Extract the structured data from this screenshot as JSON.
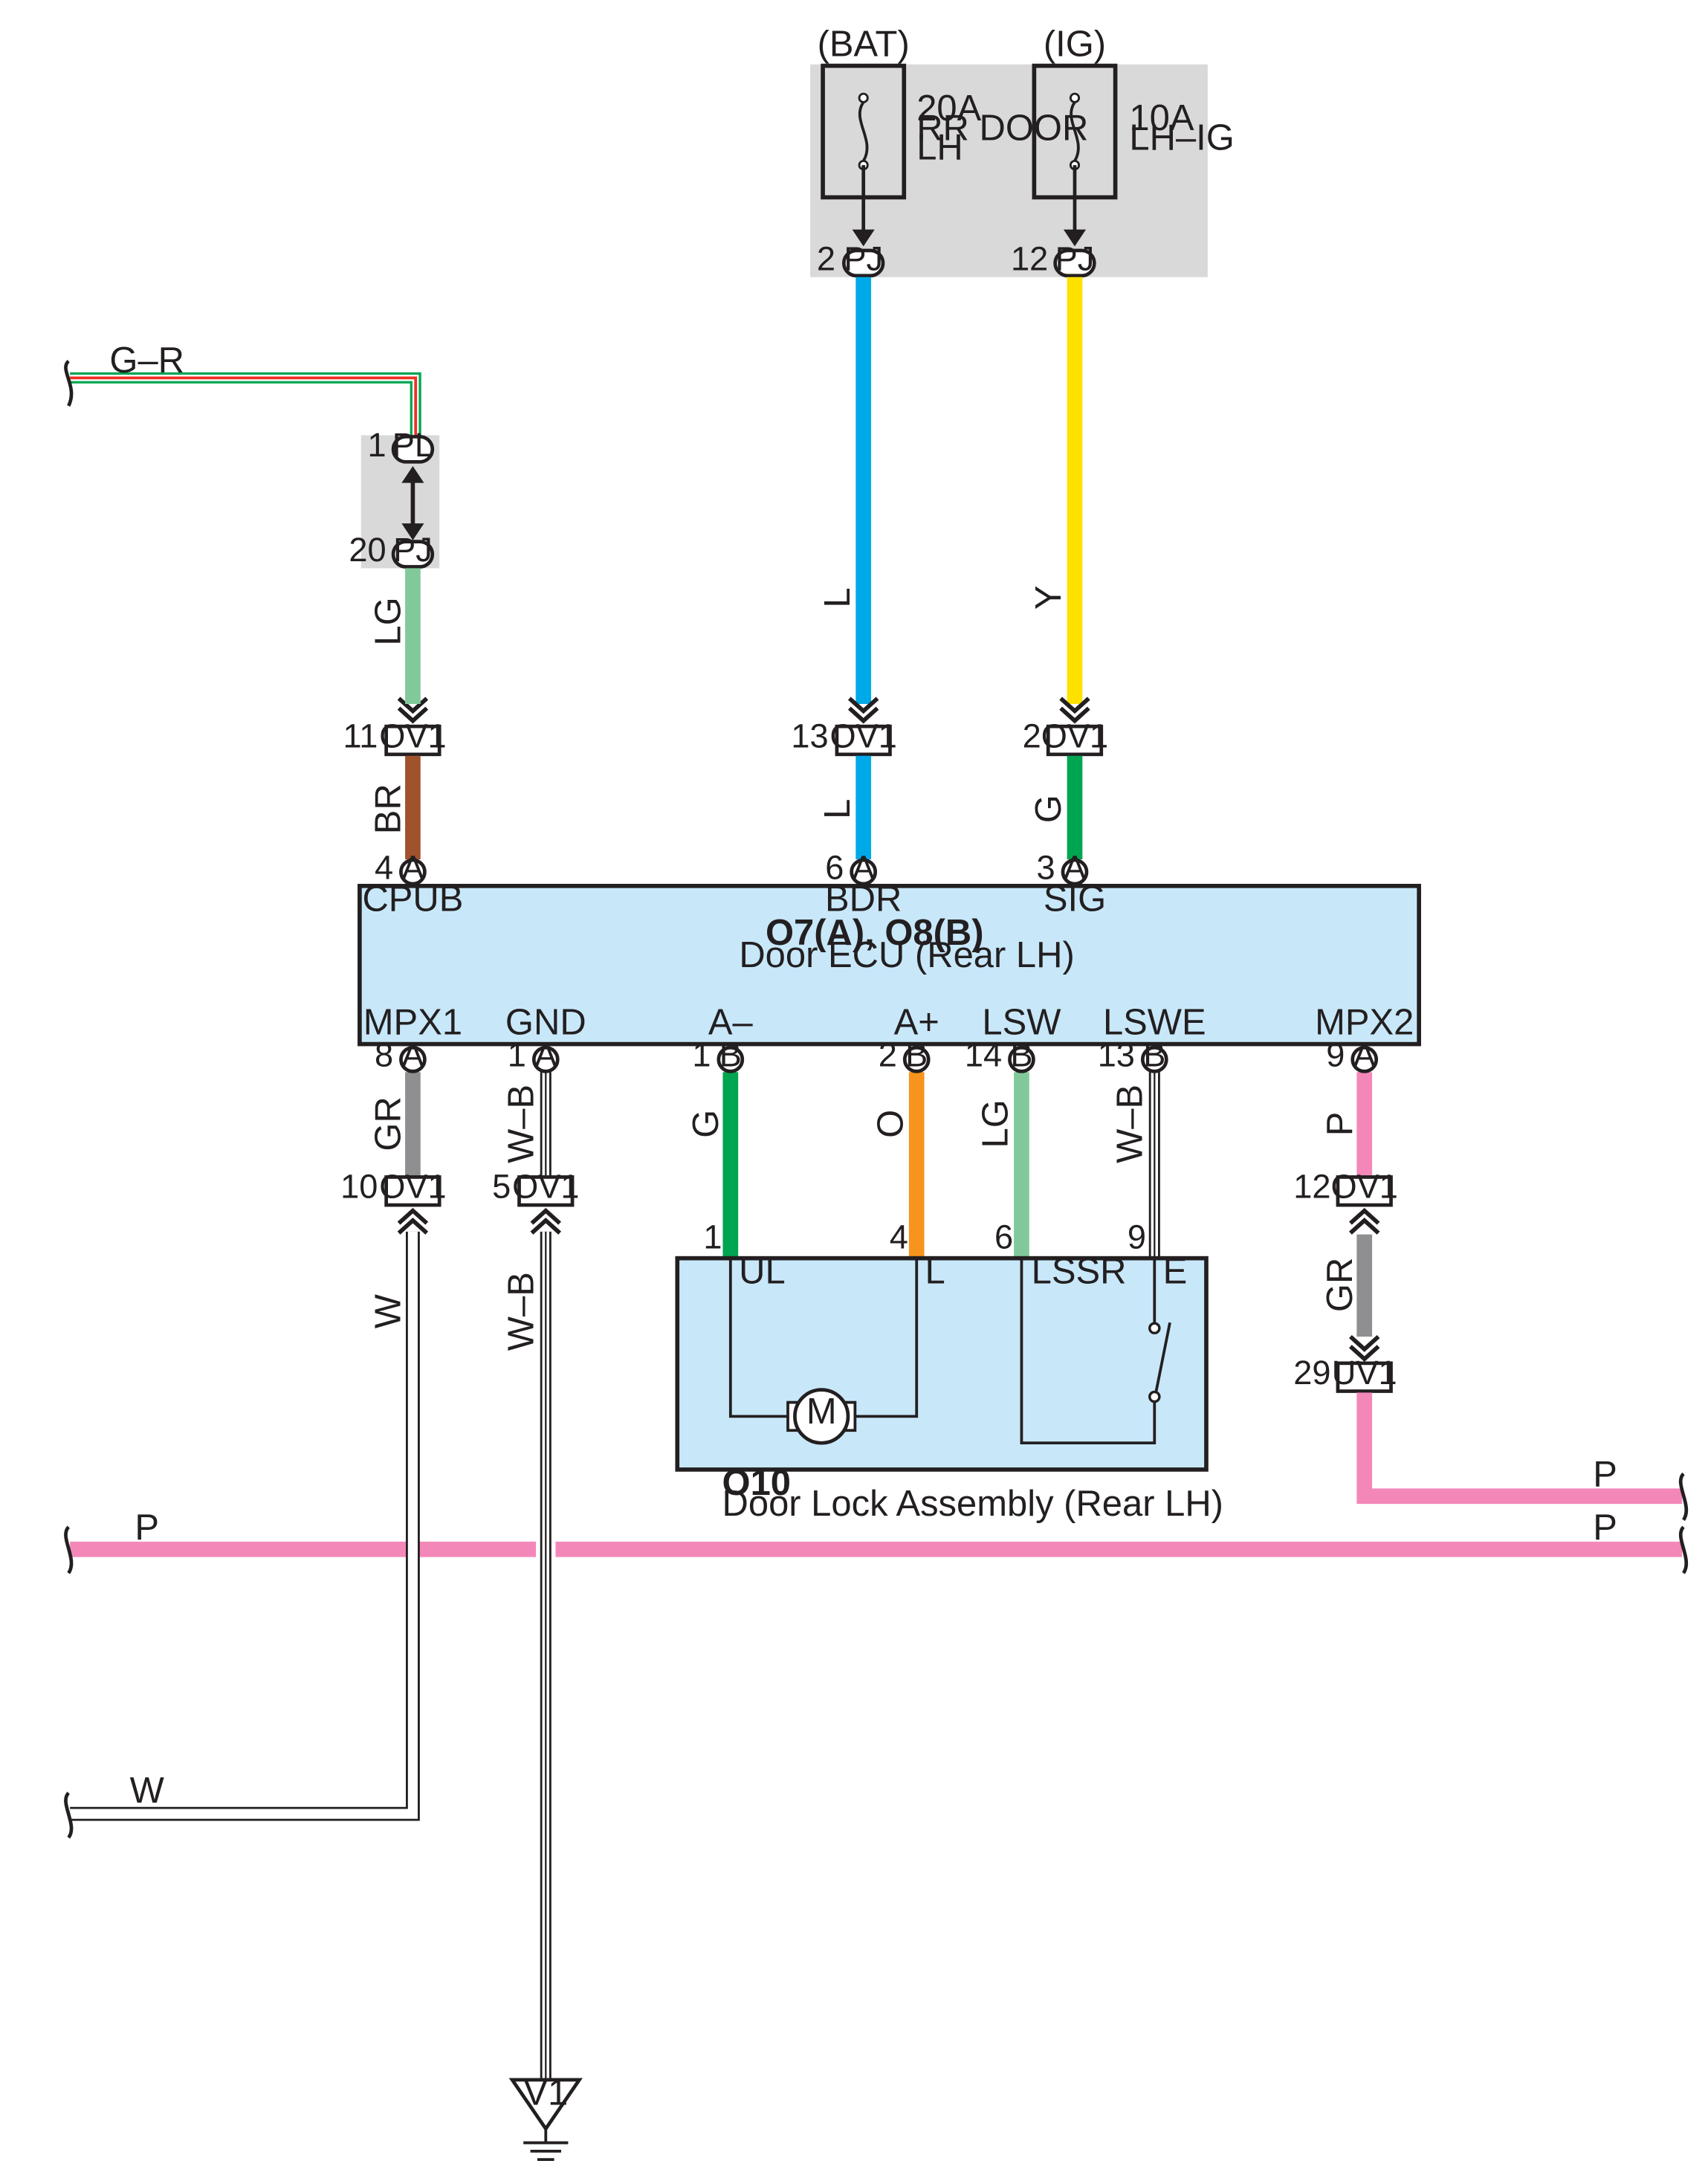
{
  "fuses": {
    "bat": {
      "source": "(BAT)",
      "rating": "20A",
      "name_line1": "RR DOOR",
      "name_line2": "LH"
    },
    "ig": {
      "source": "(IG)",
      "rating": "10A",
      "name_line1": "LH–IG"
    }
  },
  "connectors": {
    "pj_bat": {
      "pin": "2",
      "code": "PJ"
    },
    "pj_ig": {
      "pin": "12",
      "code": "PJ"
    },
    "pl": {
      "pin": "1",
      "code": "PL"
    },
    "pj_lg": {
      "pin": "20",
      "code": "PJ"
    },
    "ov1_lg": {
      "pin": "11",
      "code": "OV1"
    },
    "ov1_l": {
      "pin": "13",
      "code": "OV1"
    },
    "ov1_y": {
      "pin": "2",
      "code": "OV1"
    },
    "ov1_gr": {
      "pin": "10",
      "code": "OV1"
    },
    "ov1_wb": {
      "pin": "5",
      "code": "OV1"
    },
    "ov1_p": {
      "pin": "12",
      "code": "OV1"
    },
    "uv1_p": {
      "pin": "29",
      "code": "UV1"
    }
  },
  "ecu": {
    "title": "O7(A), O8(B)",
    "subtitle": "Door ECU (Rear LH)",
    "top_terminals": [
      {
        "pin": "4",
        "conn": "A",
        "label": "CPUB"
      },
      {
        "pin": "6",
        "conn": "A",
        "label": "BDR"
      },
      {
        "pin": "3",
        "conn": "A",
        "label": "SIG"
      }
    ],
    "bottom_terminals": [
      {
        "pin": "8",
        "conn": "A",
        "label": "MPX1"
      },
      {
        "pin": "1",
        "conn": "A",
        "label": "GND"
      },
      {
        "pin": "1",
        "conn": "B",
        "label": "A–"
      },
      {
        "pin": "2",
        "conn": "B",
        "label": "A+"
      },
      {
        "pin": "14",
        "conn": "B",
        "label": "LSW"
      },
      {
        "pin": "13",
        "conn": "B",
        "label": "LSWE"
      },
      {
        "pin": "9",
        "conn": "A",
        "label": "MPX2"
      }
    ]
  },
  "lock": {
    "id": "O10",
    "name": "Door Lock Assembly (Rear LH)",
    "motor_label": "M",
    "terminals": [
      {
        "pin": "1",
        "label": "UL"
      },
      {
        "pin": "4",
        "label": "L"
      },
      {
        "pin": "6",
        "label": "LSSR"
      },
      {
        "pin": "9",
        "label": "E"
      }
    ]
  },
  "wire_colors": {
    "gr_top": "G–R",
    "lg_upper": "LG",
    "l_upper": "L",
    "y_upper": "Y",
    "br": "BR",
    "l_lower": "L",
    "g_sig": "G",
    "gr_mpx1": "GR",
    "wb_gnd": "W–B",
    "g_aminus": "G",
    "o_aplus": "O",
    "lg_lsw": "LG",
    "wb_lswe": "W–B",
    "p_mpx2": "P",
    "w_lower": "W",
    "wb_lower": "W–B",
    "gr_mpx2": "GR",
    "p_right1": "P",
    "p_bus_left": "P",
    "p_bus_right": "P",
    "w_left": "W"
  },
  "ground": {
    "label": "V1"
  },
  "colors": {
    "blue_l": "#00a9e8",
    "yellow_y": "#ffe100",
    "green_g": "#00a551",
    "red": "#ee3124",
    "lightgreen_lg": "#81c99b",
    "brown_br": "#a0522d",
    "gray_gr": "#8f8f91",
    "orange_o": "#f7941d",
    "pink_p": "#f388b8",
    "ecu_fill": "#c8e8fa",
    "fuse_box": "#d9d9da"
  }
}
